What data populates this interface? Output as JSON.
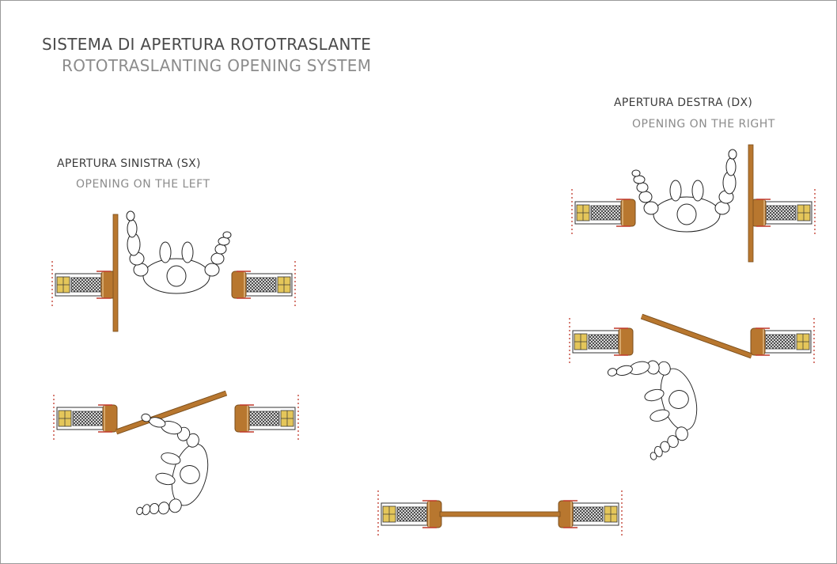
{
  "title": {
    "italian": "SISTEMA DI APERTURA ROTOTRASLANTE",
    "english": "ROTOTRASLANTING OPENING SYSTEM"
  },
  "left_opening": {
    "italian": "APERTURA SINISTRA (SX)",
    "english": "OPENING ON THE LEFT"
  },
  "right_opening": {
    "italian": "APERTURA DESTRA (DX)",
    "english": "OPENING ON THE RIGHT"
  },
  "colors": {
    "door": "#b8772f",
    "door_edge": "#7a4e1c",
    "frame_yellow": "#e4c65a",
    "gasket_red": "#c0392b",
    "outline": "#222222"
  }
}
